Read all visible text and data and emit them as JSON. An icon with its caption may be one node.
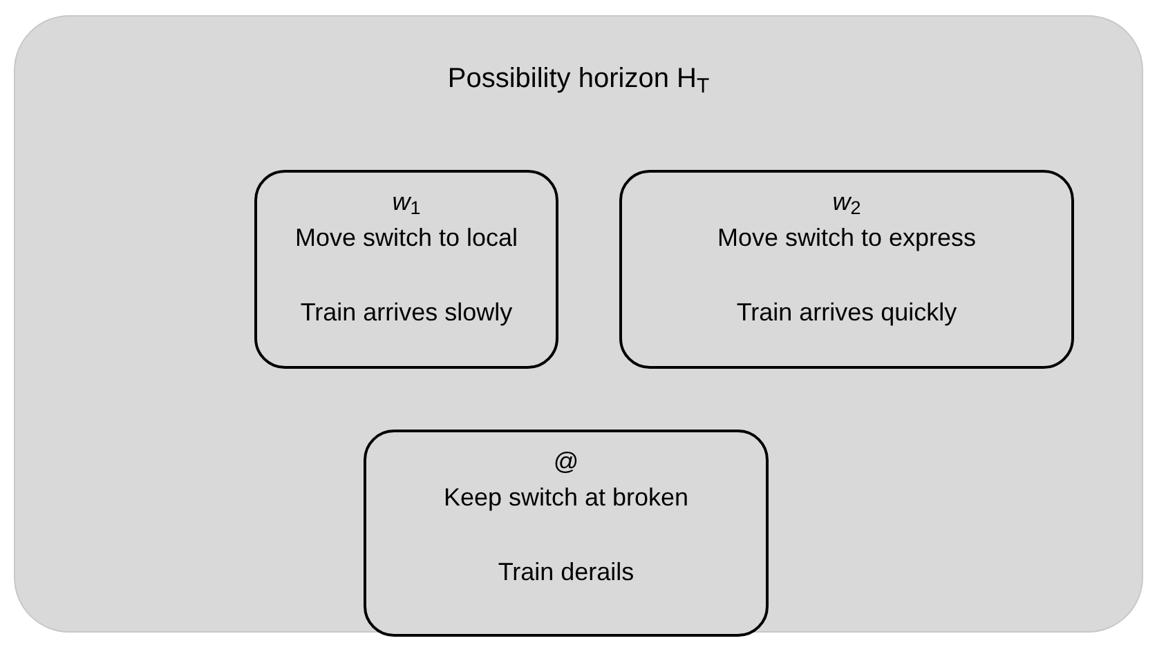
{
  "diagram": {
    "nodes": [
      {
        "text": [
          "Possibility horizon H$_{T}$"
        ]
      },
      {
        "text": [
          "*w*$_{1}$",
          "Move switch to local",
          "Train arrives slowly"
        ],
        "in": 0
      },
      {
        "text": [
          "*w*$_{2}$",
          "Move switch to express",
          "Train arrives quickly"
        ],
        "in": 0
      },
      {
        "text": [
          "@",
          "Keep switch at broken",
          "Train derails"
        ],
        "in": 0
      }
    ]
  }
}
